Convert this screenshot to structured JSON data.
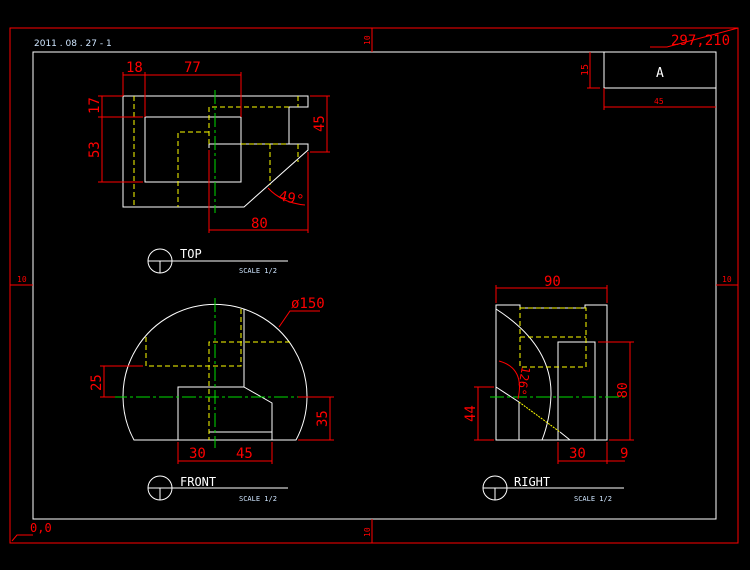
{
  "header": {
    "date_stamp": "2011 . 08 . 27  - 1",
    "sheet_size": "297,210",
    "origin": "0,0"
  },
  "title_block": {
    "label": "A",
    "height_dim": "15",
    "width_dim": "45"
  },
  "margins": {
    "top": "10",
    "bottom": "10",
    "left": "10",
    "right": "10"
  },
  "views": {
    "top": {
      "title": "TOP",
      "scale": "SCALE 1/2",
      "dims": {
        "d18": "18",
        "d77": "77",
        "d17": "17",
        "d53": "53",
        "d45": "45",
        "d80": "80",
        "angle": "49°"
      }
    },
    "front": {
      "title": "FRONT",
      "scale": "SCALE 1/2",
      "dims": {
        "dia": "ø150",
        "d25": "25",
        "d35": "35",
        "d30": "30",
        "d45": "45"
      }
    },
    "right": {
      "title": "RIGHT",
      "scale": "SCALE 1/2",
      "dims": {
        "d90": "90",
        "d80": "80",
        "d44": "44",
        "d30": "30",
        "d9": "9",
        "angle": "126°"
      }
    }
  },
  "colors": {
    "frame": "#ff0000",
    "outline": "#ffffff",
    "hidden": "#ffff00",
    "center": "#00dd00"
  }
}
